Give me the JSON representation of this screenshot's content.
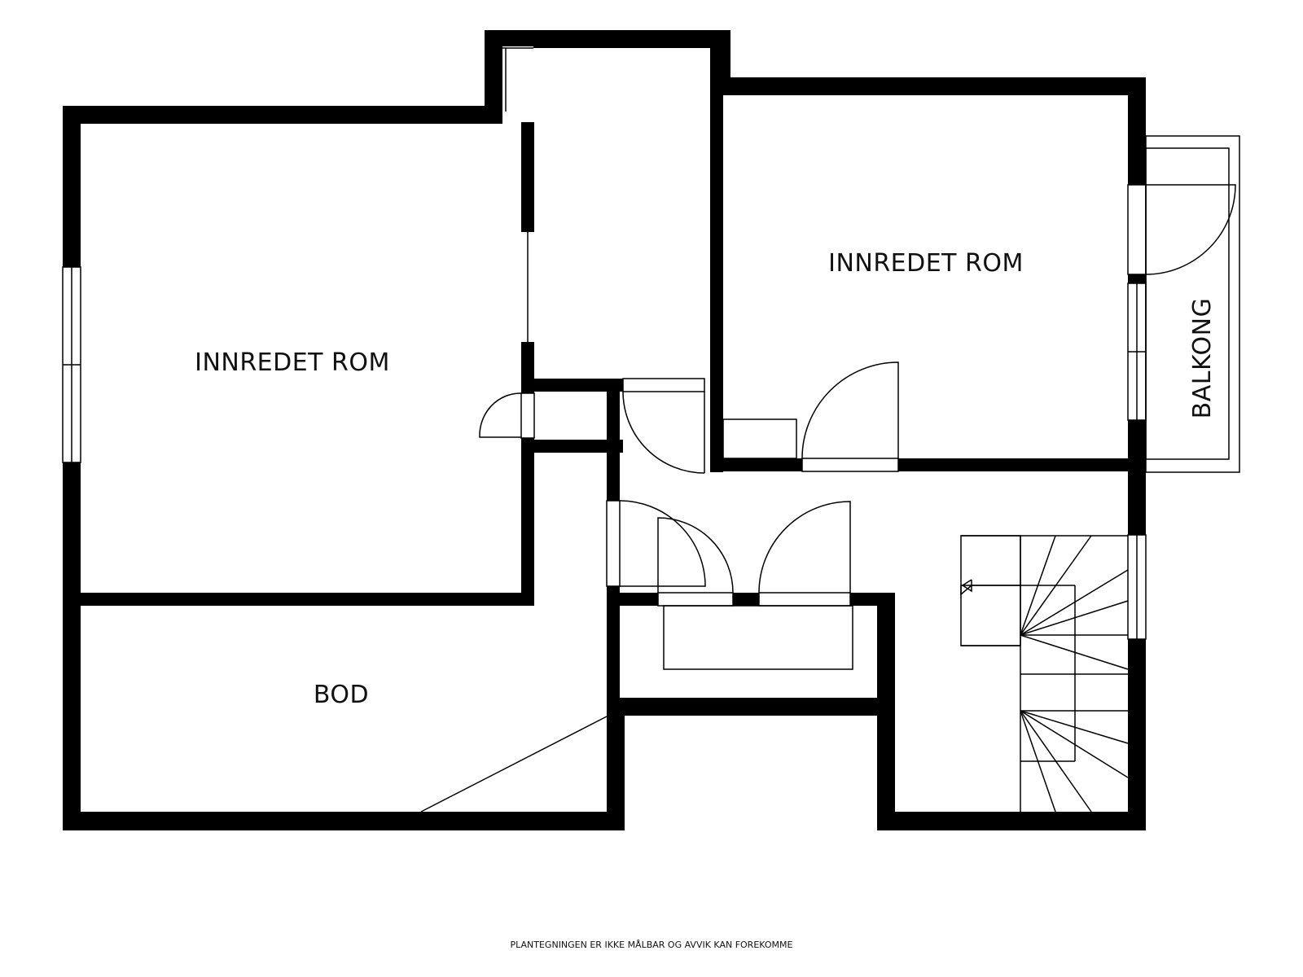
{
  "plan": {
    "rooms": {
      "left_room": "INNREDET ROM",
      "right_room": "INNREDET ROM",
      "storage": "BOD",
      "balcony": "BALKONG"
    },
    "disclaimer": "PLANTEGNINGEN ER IKKE MÅLBAR OG AVVIK KAN FOREKOMME"
  },
  "colors": {
    "wall": "#000000",
    "background": "#ffffff"
  }
}
